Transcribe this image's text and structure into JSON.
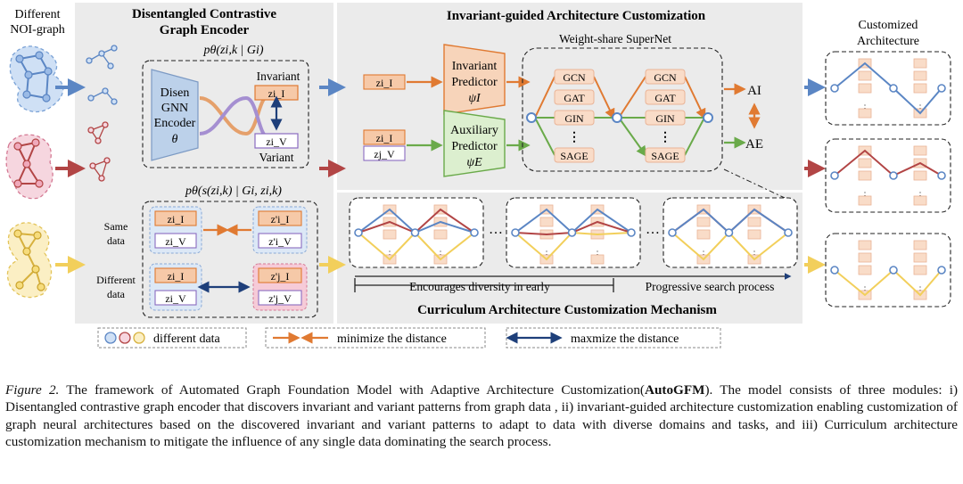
{
  "left": {
    "title_line1": "Different",
    "title_line2": "NOI-graph"
  },
  "encoder": {
    "title_line1": "Disentangled Contrastive",
    "title_line2": "Graph Encoder",
    "top_formula": "pθ(zi,k | Gi)",
    "gnn_line1": "Disen",
    "gnn_line2": "GNN",
    "gnn_line3": "Encoder",
    "gnn_line4": "θ",
    "invariant_label": "Invariant",
    "variant_label": "Variant",
    "z_inv": "zi_I",
    "z_var": "zi_V",
    "bottom_formula": "pθ(s(zi,k) | Gi, zi,k)",
    "same_data_line1": "Same",
    "same_data_line2": "data",
    "diff_data_line1": "Different",
    "diff_data_line2": "data",
    "zi_I": "zi_I",
    "zi_V": "zi_V",
    "zpi_I": "z'i_I",
    "zpi_V": "z'i_V",
    "zpj_I": "z'j_I",
    "zpj_V": "z'j_V"
  },
  "custom": {
    "title": "Invariant-guided Architecture Customization",
    "input_top": "zi_I",
    "input_bot1": "zi_I",
    "input_bot2": "zj_V",
    "inv_pred_line1": "Invariant",
    "inv_pred_line2": "Predictor",
    "inv_pred_line3": "ψI",
    "aux_pred_line1": "Auxiliary",
    "aux_pred_line2": "Predictor",
    "aux_pred_line3": "ψE",
    "supernet_title": "Weight-share SuperNet",
    "ops": [
      "GCN",
      "GAT",
      "GIN",
      "⋮",
      "SAGE"
    ],
    "a_i": "AI",
    "a_e": "AE"
  },
  "curriculum": {
    "title": "Curriculum Architecture Customization Mechanism",
    "dots": "…",
    "encourage": "Encourages diversity in early",
    "progressive": "Progressive search process"
  },
  "right": {
    "title_line1": "Customized",
    "title_line2": "Architecture"
  },
  "legend": {
    "different_data": "different data",
    "minimize": "minimize the distance",
    "maximize": "maxmize the distance"
  },
  "caption": {
    "label": "Figure 2.",
    "text1": " The framework of Automated Graph Foundation Model with Adaptive Architecture Customization(",
    "bold": "AutoGFM",
    "text2": "). The model consists of three modules: i) Disentangled contrastive graph encoder that discovers invariant and variant patterns from graph data , ii) invariant-guided architecture customization enabling customization of graph neural architectures based on the discovered invariant and variant patterns to adapt to data with diverse domains and tasks, and iii) Curriculum architecture customization mechanism to mitigate the influence of any single data dominating the search process."
  },
  "colors": {
    "blue": "#5b86c4",
    "red": "#b24545",
    "yellow": "#f2cf5b",
    "orange": "#e07a32",
    "green": "#6aaa4a",
    "purple": "#8a6bc0",
    "navy": "#1e3f7a",
    "panel_gray": "#ebebeb",
    "op_fill": "#f9dcc8"
  }
}
